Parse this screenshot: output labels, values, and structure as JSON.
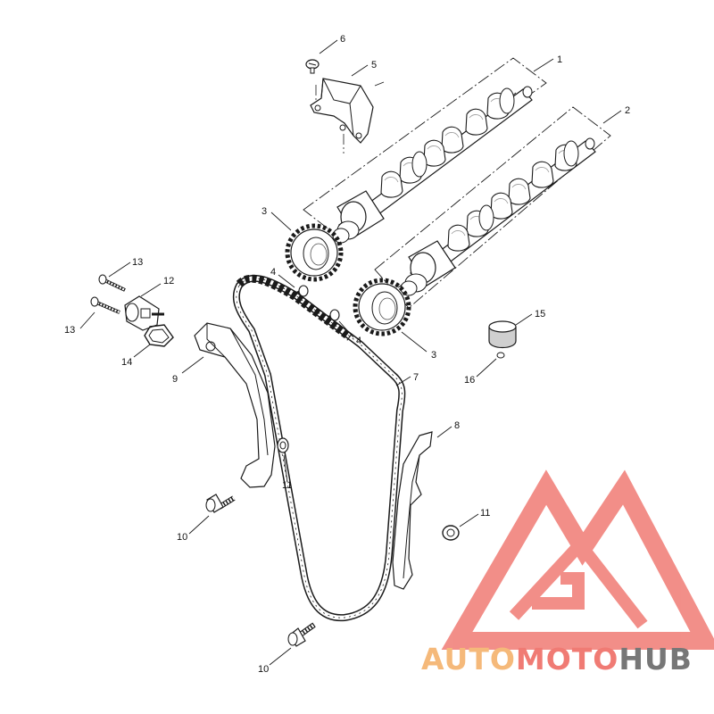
{
  "callouts": {
    "c1": "1",
    "c2": "2",
    "c3a": "3",
    "c3b": "3",
    "c4a": "4",
    "c4b": "4",
    "c5": "5",
    "c6": "6",
    "c7": "7",
    "c8": "8",
    "c9": "9",
    "c10a": "10",
    "c10b": "10",
    "c11a": "11",
    "c11b": "11",
    "c12": "12",
    "c13a": "13",
    "c13b": "13",
    "c14": "14",
    "c15": "15",
    "c16": "16"
  },
  "watermark": {
    "part1": "AUTO",
    "part2": "MOTO",
    "part3": "HUB",
    "color_orange": "#f5b97a",
    "color_red": "#f07b74",
    "color_gray": "#777777"
  },
  "colors": {
    "line": "#1a1a1a",
    "fill": "#ffffff",
    "shade": "#cfcfcf"
  }
}
